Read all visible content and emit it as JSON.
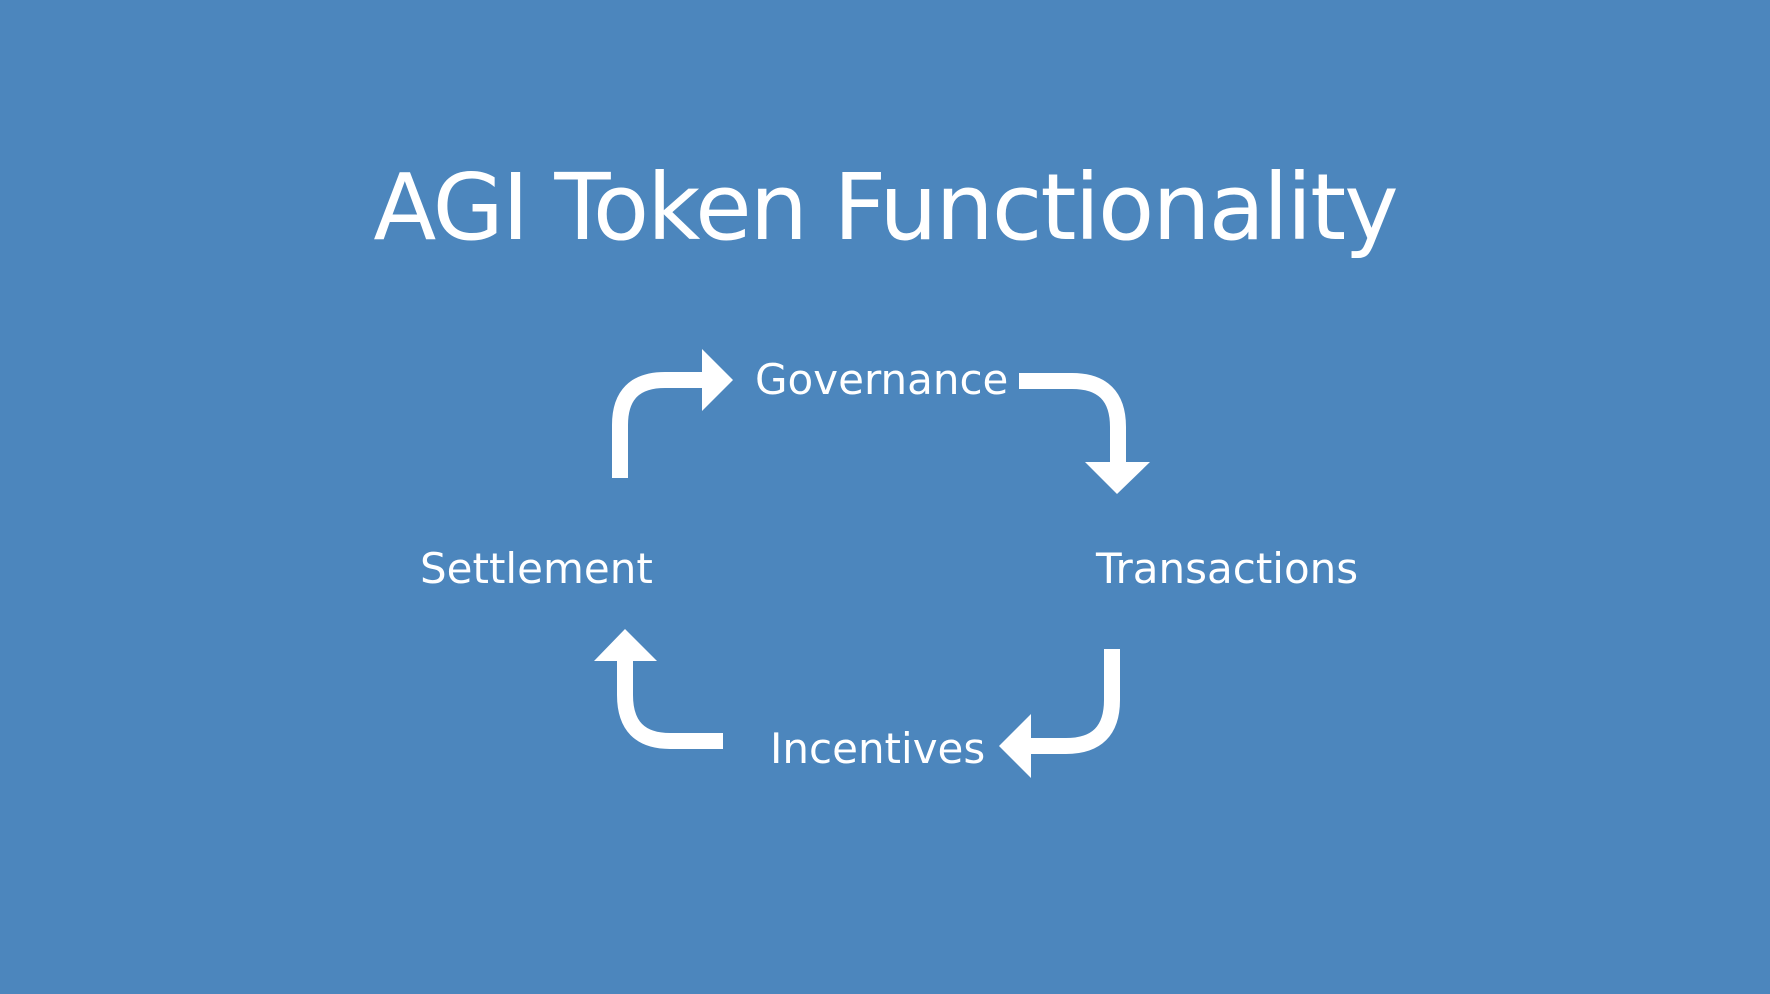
{
  "slide": {
    "title": "AGI Token Functionality",
    "background_color": "#4C86BD",
    "foreground_color": "#FFFFFF"
  },
  "cycle": {
    "nodes": [
      {
        "id": "governance",
        "label": "Governance"
      },
      {
        "id": "transactions",
        "label": "Transactions"
      },
      {
        "id": "incentives",
        "label": "Incentives"
      },
      {
        "id": "settlement",
        "label": "Settlement"
      }
    ],
    "flow": [
      {
        "from": "governance",
        "to": "transactions"
      },
      {
        "from": "transactions",
        "to": "incentives"
      },
      {
        "from": "incentives",
        "to": "settlement"
      },
      {
        "from": "settlement",
        "to": "governance"
      }
    ]
  }
}
